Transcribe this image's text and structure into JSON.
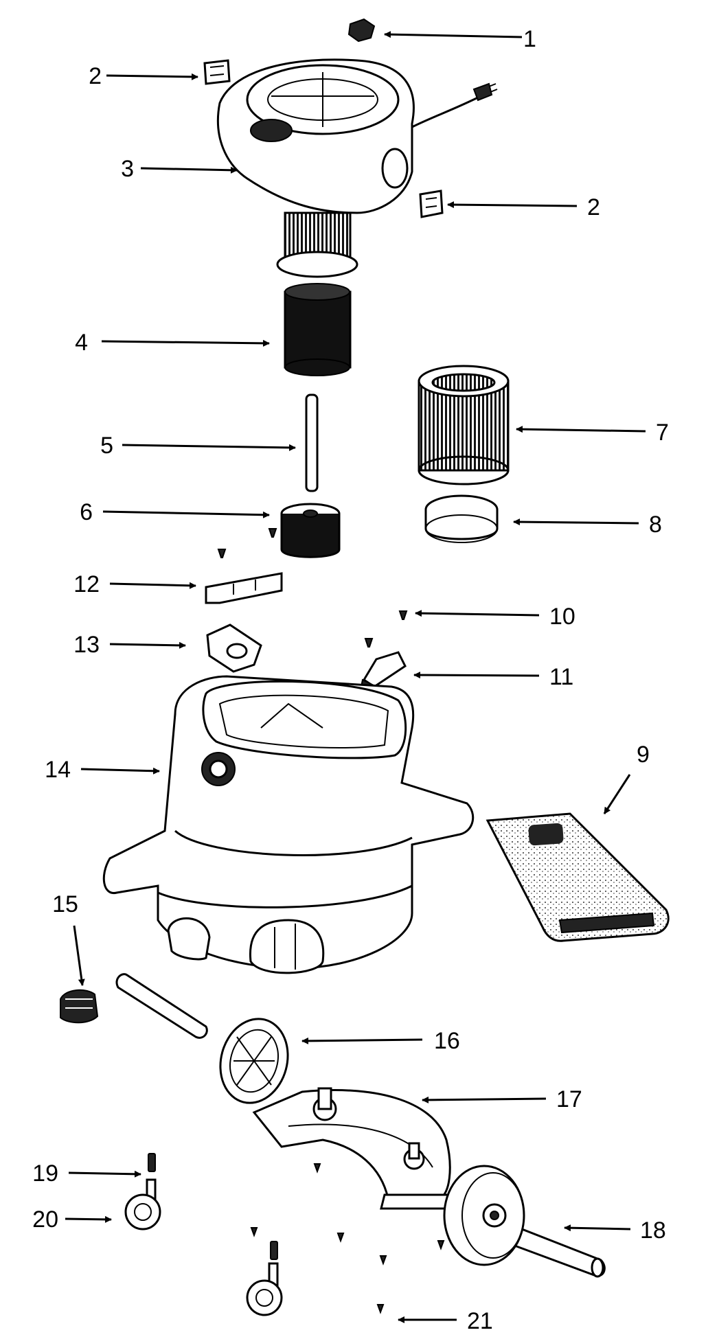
{
  "callouts": [
    {
      "id": "c1",
      "label": "1"
    },
    {
      "id": "c2a",
      "label": "2"
    },
    {
      "id": "c2b",
      "label": "2"
    },
    {
      "id": "c3",
      "label": "3"
    },
    {
      "id": "c4",
      "label": "4"
    },
    {
      "id": "c5",
      "label": "5"
    },
    {
      "id": "c6",
      "label": "6"
    },
    {
      "id": "c7",
      "label": "7"
    },
    {
      "id": "c8",
      "label": "8"
    },
    {
      "id": "c9",
      "label": "9"
    },
    {
      "id": "c10",
      "label": "10"
    },
    {
      "id": "c11",
      "label": "11"
    },
    {
      "id": "c12",
      "label": "12"
    },
    {
      "id": "c13",
      "label": "13"
    },
    {
      "id": "c14",
      "label": "14"
    },
    {
      "id": "c15",
      "label": "15"
    },
    {
      "id": "c16",
      "label": "16"
    },
    {
      "id": "c17",
      "label": "17"
    },
    {
      "id": "c18",
      "label": "18"
    },
    {
      "id": "c19",
      "label": "19"
    },
    {
      "id": "c20",
      "label": "20"
    },
    {
      "id": "c21",
      "label": "21"
    }
  ]
}
